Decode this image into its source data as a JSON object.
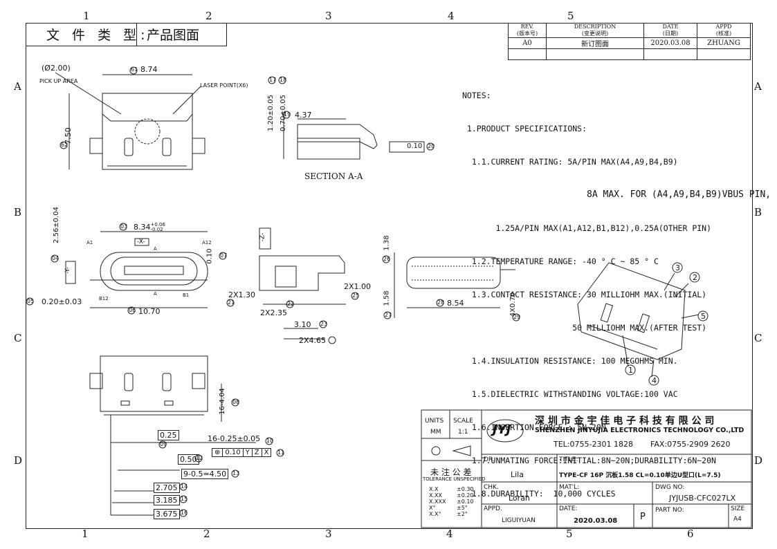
{
  "header": {
    "doc_type_label": "文 件 类 型:",
    "doc_type_value": "产品图面"
  },
  "revision_table": {
    "headers": [
      {
        "en": "REV.",
        "cn": "(版本号)"
      },
      {
        "en": "DESCRIPTION",
        "cn": "(变更说明)"
      },
      {
        "en": "DATE",
        "cn": "(日期)"
      },
      {
        "en": "APPD",
        "cn": "(核准)"
      }
    ],
    "rows": [
      {
        "rev": "A0",
        "desc": "新订图面",
        "date": "2020.03.08",
        "appd": "ZHUANG"
      }
    ]
  },
  "grid": {
    "columns": [
      "1",
      "2",
      "3",
      "4",
      "5",
      "6"
    ],
    "rows": [
      "A",
      "B",
      "C",
      "D"
    ]
  },
  "notes": {
    "title": "NOTES:",
    "lines": [
      " 1.PRODUCT SPECIFICATIONS:",
      "  1.1.CURRENT RATING: 5A/PIN MAX(A4,A9,B4,B9)",
      "                       8A MAX. FOR (A4,A9,B4,B9)VBUS PIN,",
      "       1.25A/PIN MAX(A1,A12,B1,B12),0.25A(OTHER PIN)",
      "  1.2.TEMPERATURE RANGE: -40 ° C ~ 85 ° C",
      "  1.3.CONTACT RESISTANCE: 30 MILLIOHM MAX.(INITIAL)",
      "                       50 MILLIOHM MAX.(AFTER TEST)",
      "  1.4.INSULATION RESISTANCE: 100 MEGOHMS MIN.",
      "  1.5.DIELECTRIC WITHSTANDING VOLTAGE:100 VAC",
      "  1.6.INSERTION FORCE : 5N~20N",
      "  1.7.UNMATING FORCE:INITIAL:8N~20N;DURABILITY:6N~20N",
      "  1.8.DURABILITY:  10,000 CYCLES"
    ]
  },
  "top_view": {
    "pickup_area": "(Ø2.00)",
    "pickup_label": "PICK UP AREA",
    "laser_label": "LASER POINT(X6)",
    "dim_width": "8.74",
    "dim_width_no": "61",
    "dim_height": "7.50",
    "dim_height_no": "62"
  },
  "section": {
    "label": "SECTION A-A",
    "dim1": "1.20±0.05",
    "dim2": "0.70±0.05",
    "dim3": "4.37",
    "flatness": "0.10",
    "balloons": [
      "17",
      "18",
      "19",
      "20"
    ]
  },
  "front_view": {
    "dim_top": "8.34",
    "dim_top_tol_plus": "+0.06",
    "dim_top_tol_minus": "-0.02",
    "dim_left": "2.56±0.04",
    "dim_right": "0.10",
    "dim_pin": "0.20±0.03",
    "dim_bottom": "10.70",
    "datum_x": "-X-",
    "datum_y": "-Y-",
    "pin_labels": [
      "A1",
      "A12",
      "B12",
      "B1"
    ],
    "section_mark": "A",
    "balloons": [
      "03",
      "04",
      "05",
      "06",
      "07"
    ]
  },
  "side_view": {
    "datum_z": "-Z-",
    "d1": "2X1.30",
    "d2": "2X2.35",
    "d3": "3.10",
    "d4": "2X4.65",
    "d5": "2X1.00",
    "balloons": [
      "21",
      "22",
      "23",
      "24",
      "25"
    ]
  },
  "end_view": {
    "d1": "1.38",
    "d2": "1.58",
    "d3": "8.54",
    "d4": "4X0.70",
    "balloons": [
      "26",
      "27",
      "28",
      "29"
    ]
  },
  "bottom_view": {
    "d_height": "16-4.04",
    "d_pitch": "0.25",
    "d_pin_width": "16-0.25±0.05",
    "d_050": "0.50",
    "d_pitch_total": "9-0.5=4.50",
    "d_2705": "2.705",
    "d_3185": "3.185",
    "d_3675": "3.675",
    "position_tol": "0.10",
    "datums": [
      "Y",
      "Z",
      "X"
    ],
    "balloons": [
      "08",
      "09",
      "10",
      "11",
      "12",
      "13",
      "14",
      "15",
      "16"
    ]
  },
  "iso_view": {
    "balloons": [
      "1",
      "2",
      "3",
      "4",
      "5"
    ]
  },
  "title_block": {
    "units_label": "UNITS",
    "units_value": "MM",
    "scale_label": "SCALE",
    "scale_value": "1:1",
    "tol_title": "未 注 公 差",
    "tol_subtitle": "TOLERANCE UNSPECIFIED",
    "tolerances": [
      {
        "k": "X.X",
        "v": "±0.30"
      },
      {
        "k": "X.XX",
        "v": "±0.20"
      },
      {
        "k": "X.XXX",
        "v": "±0.10"
      },
      {
        "k": "X°",
        "v": "±5°"
      },
      {
        "k": "X.X°",
        "v": "±2°"
      }
    ],
    "logo": "JYJ",
    "company_cn": "深 圳 市 金 宇 佳 电 子 科 技 有 限 公 司",
    "company_en": "SHENZHEN JINYUJIA ELECTRONICS TECHNOLOGY CO.,LTD",
    "tel": "TEL:0755-2301 1828",
    "fax": "FAX:0755-2909 2620",
    "dr_label": "DR.",
    "dr_value": "Lila",
    "chk_label": "CHK.",
    "chk_value": "Loran",
    "appd_label": "APPD.",
    "appd_value": "LIGUIYUAN",
    "title_label": "TITLE:",
    "title_value": "TYPE-CF 16P 沉板1.58 CL=0.10单边U型口(L=7.5)",
    "mat_label": "MAT'L:",
    "mat_value": "",
    "dwg_label": "DWG NO:",
    "dwg_value": "JYJUSB-CFC027LX",
    "date_label": "DATE:",
    "date_value": "2020.03.08",
    "rev_letter": "P",
    "part_label": "PART NO:",
    "part_value": "",
    "size_label": "SIZE",
    "size_value": "A4"
  }
}
